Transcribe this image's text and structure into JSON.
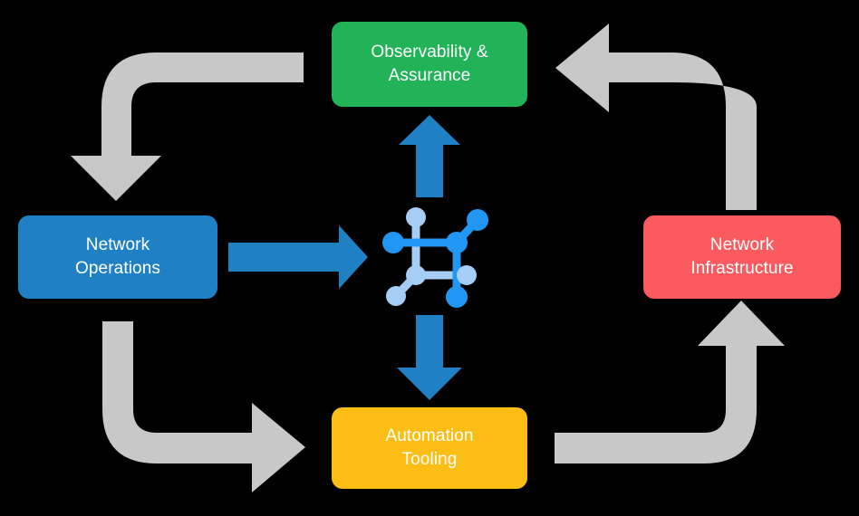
{
  "diagram": {
    "title": "Network Automation Lifecycle Cycle Diagram",
    "background_color": "#000000",
    "layout": "four-node clockwise cycle around a central network topology icon",
    "nodes": [
      {
        "id": "observability",
        "label": "Observability & Assurance",
        "label_line1": "Observability &",
        "label_line2": "Assurance",
        "color": "#22B358",
        "text_color": "#FFFFFF",
        "position": "top"
      },
      {
        "id": "network-infrastructure",
        "label": "Network Infrastructure",
        "label_line1": "Network",
        "label_line2": "Infrastructure",
        "color": "#FB5A5E",
        "text_color": "#FFFFFF",
        "position": "right"
      },
      {
        "id": "automation-tooling",
        "label": "Automation Tooling",
        "label_line1": "Automation",
        "label_line2": "Tooling",
        "color": "#FCBE15",
        "text_color": "#FFFFFF",
        "position": "bottom"
      },
      {
        "id": "network-operations",
        "label": "Network Operations",
        "label_line1": "Network",
        "label_line2": "Operations",
        "color": "#1F81C4",
        "text_color": "#FFFFFF",
        "position": "left"
      }
    ],
    "center_icon": {
      "name": "network-topology-icon",
      "primary_color": "#2196F3",
      "secondary_color": "#A5CDF5"
    },
    "connectors": {
      "accent_color": "#1F81C4",
      "cycle_color": "#C8C8C8",
      "blue_arrows": [
        {
          "id": "ops-to-center",
          "from": "network-operations",
          "to": "center-icon",
          "direction": "right"
        },
        {
          "id": "center-to-observability",
          "from": "center-icon",
          "to": "observability",
          "direction": "up"
        },
        {
          "id": "center-to-automation",
          "from": "center-icon",
          "to": "automation-tooling",
          "direction": "down"
        }
      ],
      "gray_arrows": [
        {
          "id": "observability-to-operations",
          "from": "observability",
          "to": "network-operations",
          "direction": "down",
          "corner": "top-left"
        },
        {
          "id": "infrastructure-to-observability",
          "from": "network-infrastructure",
          "to": "observability",
          "direction": "left",
          "corner": "top-right"
        },
        {
          "id": "operations-to-automation",
          "from": "network-operations",
          "to": "automation-tooling",
          "direction": "right",
          "corner": "bottom-left"
        },
        {
          "id": "automation-to-infrastructure",
          "from": "automation-tooling",
          "to": "network-infrastructure",
          "direction": "up",
          "corner": "bottom-right"
        }
      ]
    }
  }
}
